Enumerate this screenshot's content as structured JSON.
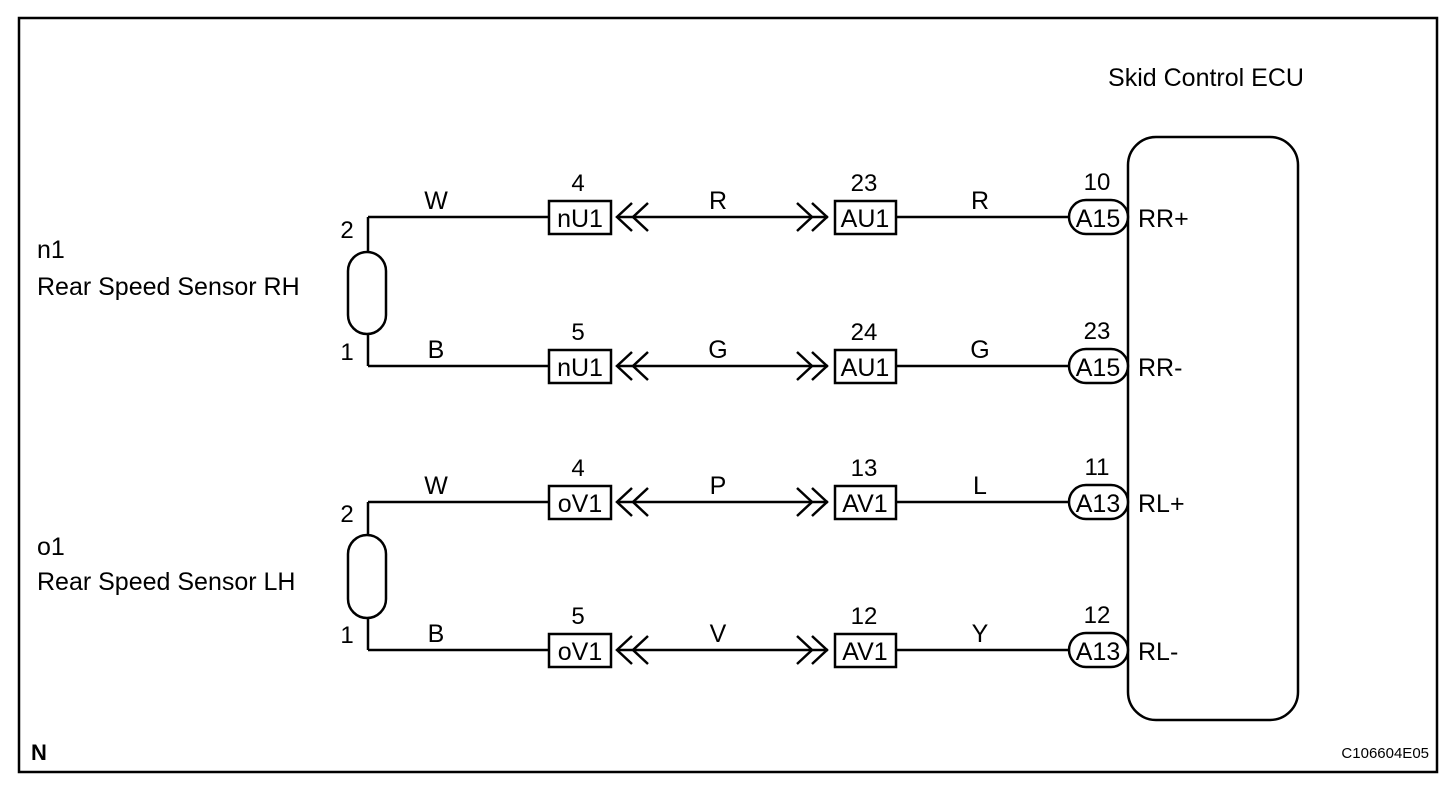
{
  "ecu": {
    "title": "Skid Control ECU"
  },
  "sensors": [
    {
      "code": "n1",
      "name": "Rear Speed Sensor RH",
      "pin_top": "2",
      "pin_bottom": "1"
    },
    {
      "code": "o1",
      "name": "Rear Speed Sensor LH",
      "pin_top": "2",
      "pin_bottom": "1"
    }
  ],
  "circuits": [
    {
      "wire1": "W",
      "j1_pin": "4",
      "j1": "nU1",
      "wire2": "R",
      "j2_pin": "23",
      "j2": "AU1",
      "wire3": "R",
      "ecu_pin": "10",
      "ecu_conn": "A15",
      "terminal": "RR+"
    },
    {
      "wire1": "B",
      "j1_pin": "5",
      "j1": "nU1",
      "wire2": "G",
      "j2_pin": "24",
      "j2": "AU1",
      "wire3": "G",
      "ecu_pin": "23",
      "ecu_conn": "A15",
      "terminal": "RR-"
    },
    {
      "wire1": "W",
      "j1_pin": "4",
      "j1": "oV1",
      "wire2": "P",
      "j2_pin": "13",
      "j2": "AV1",
      "wire3": "L",
      "ecu_pin": "11",
      "ecu_conn": "A13",
      "terminal": "RL+"
    },
    {
      "wire1": "B",
      "j1_pin": "5",
      "j1": "oV1",
      "wire2": "V",
      "j2_pin": "12",
      "j2": "AV1",
      "wire3": "Y",
      "ecu_pin": "12",
      "ecu_conn": "A13",
      "terminal": "RL-"
    }
  ],
  "footer": {
    "corner_mark": "N",
    "figure_code": "C106604E05"
  }
}
